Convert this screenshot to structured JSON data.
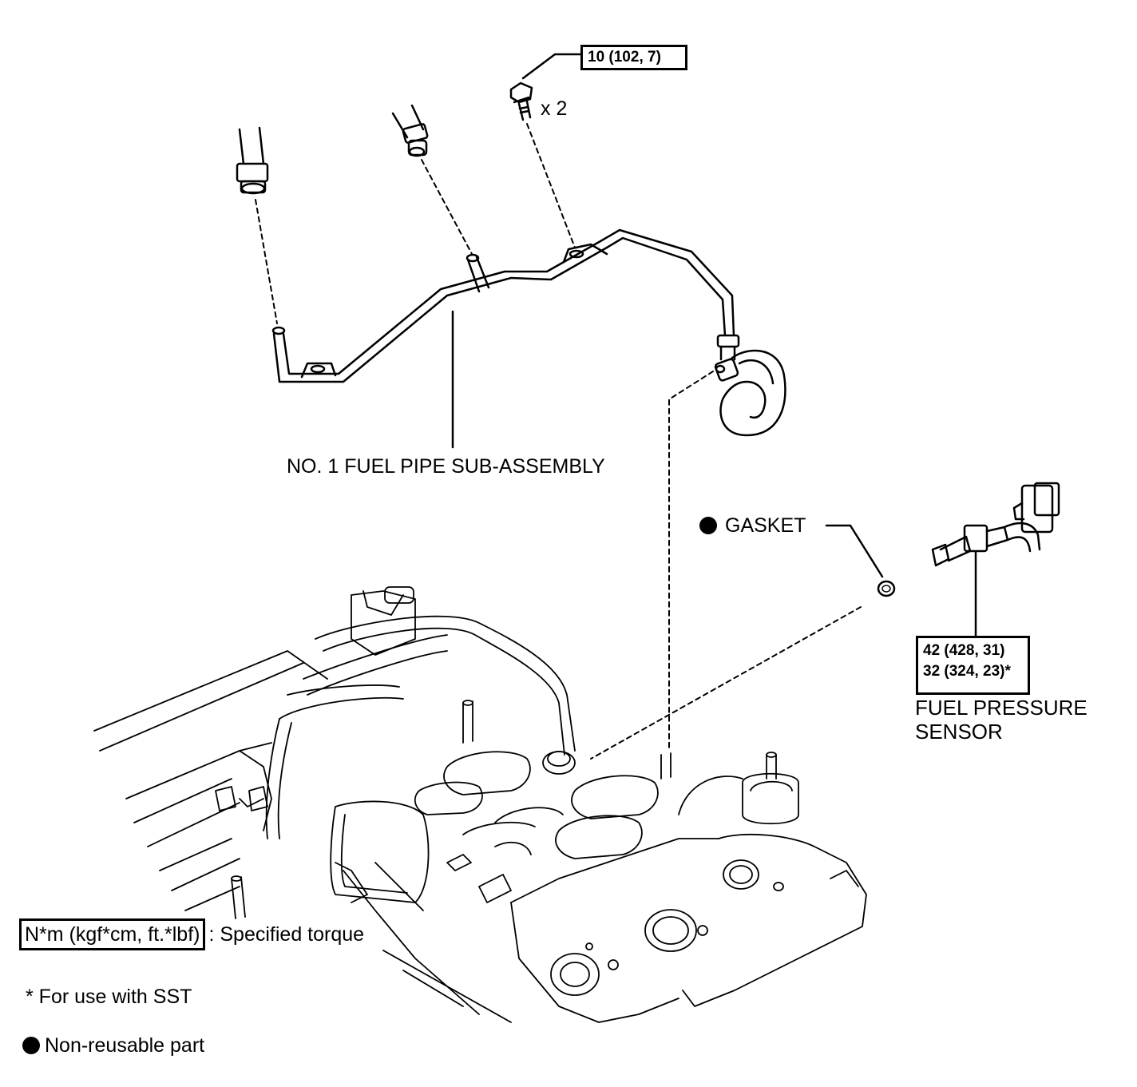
{
  "parts": {
    "fuel_pipe_label": "NO. 1 FUEL PIPE SUB-ASSEMBLY",
    "gasket_label": "GASKET",
    "sensor_label_line1": "FUEL PRESSURE",
    "sensor_label_line2": "SENSOR",
    "bolt_qty": "x 2"
  },
  "torque": {
    "bolt": "10 (102, 7)",
    "sensor_line1": "42 (428, 31)",
    "sensor_line2": "32 (324, 23)*"
  },
  "legend": {
    "torque_unit_box": "N*m (kgf*cm, ft.*lbf)",
    "torque_unit_text": ": Specified torque",
    "sst_note": "* For use with SST",
    "non_reusable": "Non-reusable part"
  },
  "symbols": {
    "non_reusable_marker": "filled-circle",
    "line_color": "#000000"
  }
}
